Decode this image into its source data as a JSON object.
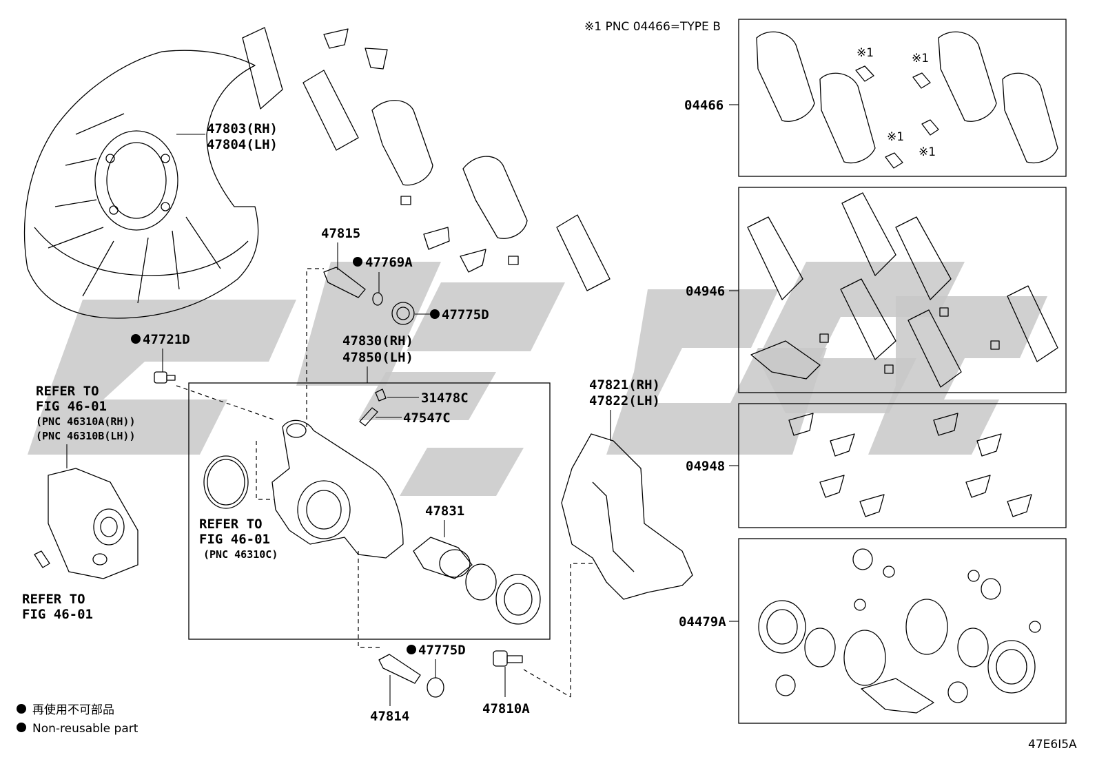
{
  "note": "※1 PNC 04466=TYPE B",
  "diagram_code": "47E6I5A",
  "legend": {
    "jp": "再使用不可部品",
    "en": "Non-reusable part"
  },
  "kits": {
    "k04466": "04466",
    "k04946": "04946",
    "k04948": "04948",
    "k04479A": "04479A",
    "mark": "※1"
  },
  "parts": {
    "p47803": "47803(RH)",
    "p47804": "47804(LH)",
    "p47815": "47815",
    "p47769A": "47769A",
    "p47775D_top": "47775D",
    "p47721D": "47721D",
    "p47830": "47830(RH)",
    "p47850": "47850(LH)",
    "p31478C": "31478C",
    "p47547C": "47547C",
    "p47821": "47821(RH)",
    "p47822": "47822(LH)",
    "p47831": "47831",
    "p47775D_bot": "47775D",
    "p47814": "47814",
    "p47810A": "47810A"
  },
  "refs": {
    "r1_l1": "REFER TO",
    "r1_l2": "FIG 46-01",
    "r1_l3": "(PNC 46310A(RH))",
    "r1_l4": "(PNC 46310B(LH))",
    "r2_l1": "REFER TO",
    "r2_l2": "FIG 46-01",
    "r3_l1": "REFER TO",
    "r3_l2": "FIG 46-01",
    "r3_l3": "(PNC 46310C)"
  }
}
